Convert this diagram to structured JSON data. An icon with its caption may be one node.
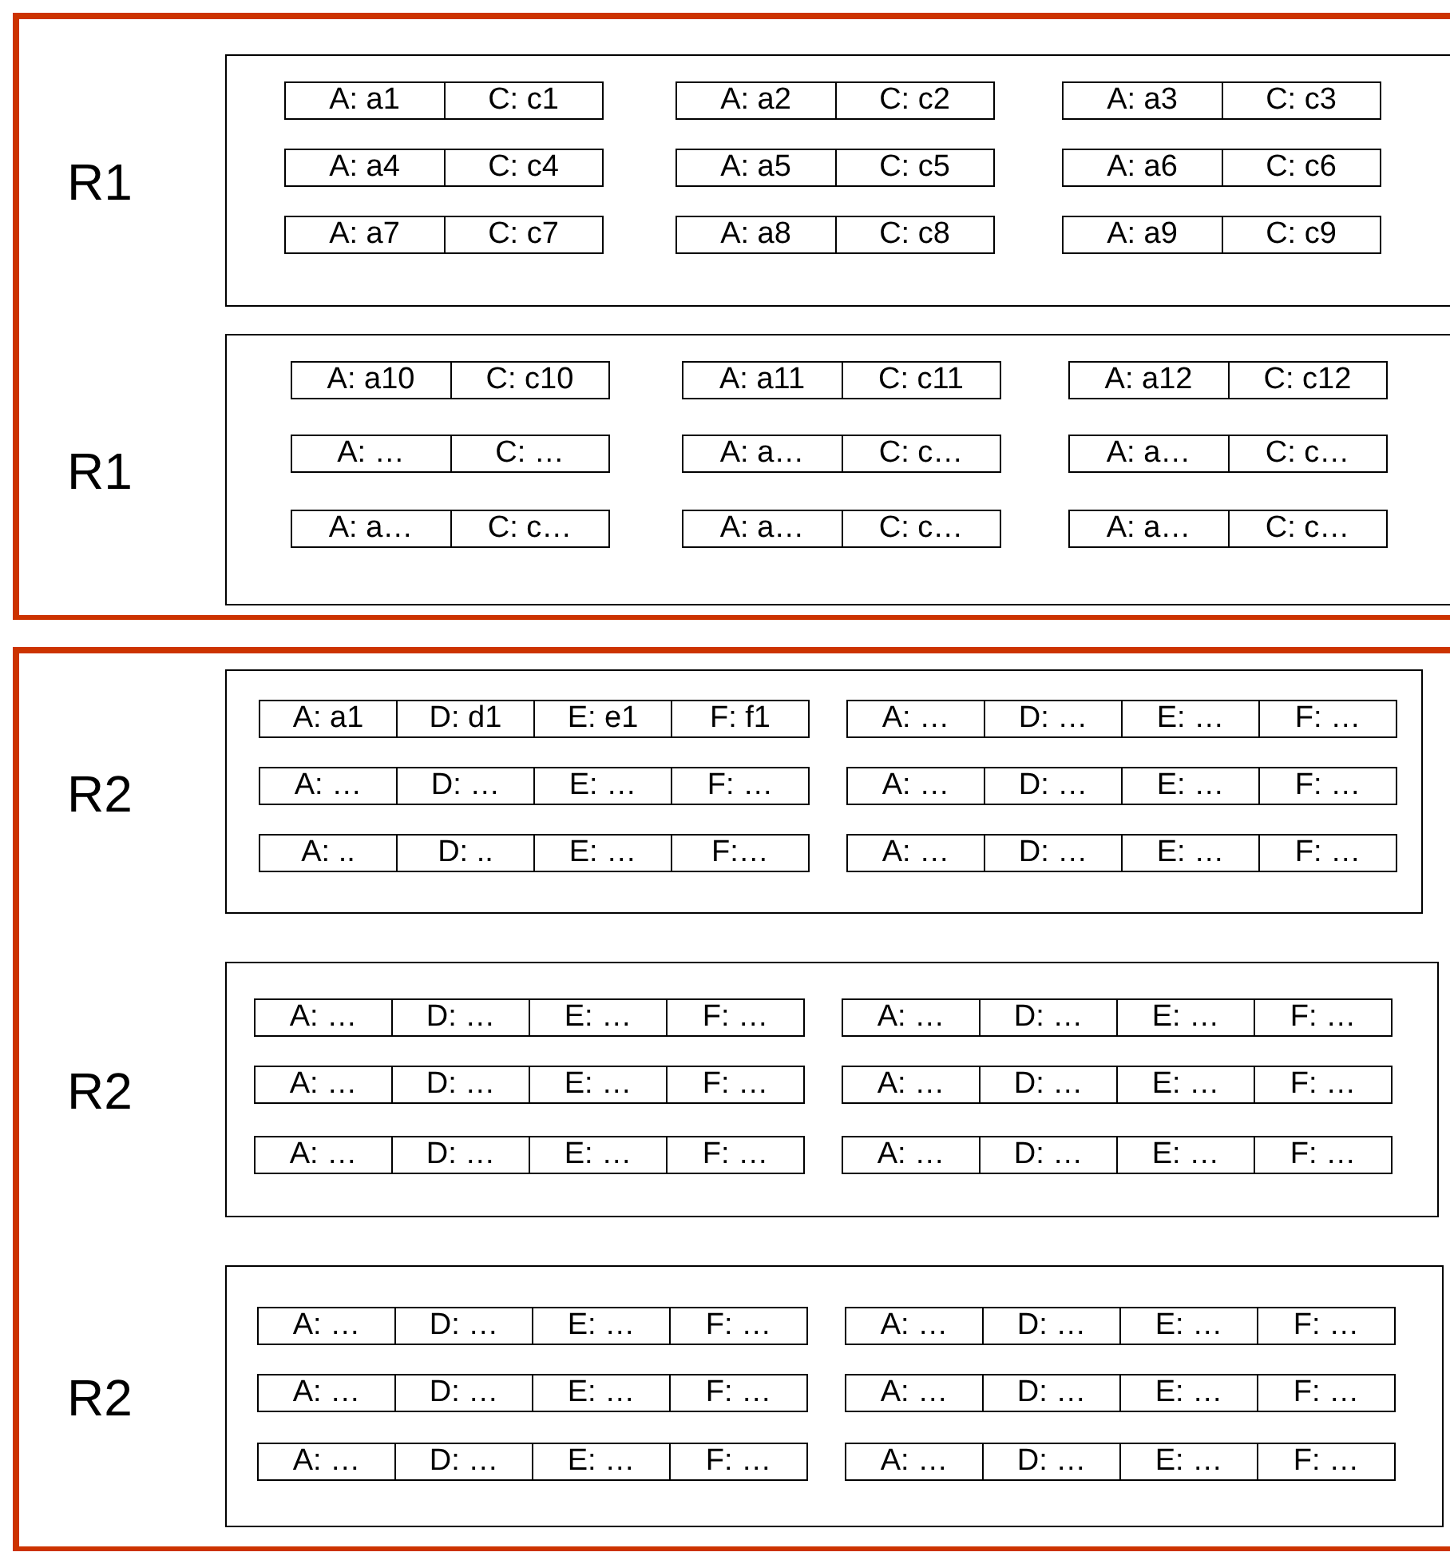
{
  "diagram": {
    "nodes": [
      {
        "text": [],
        "shape": "box"
      },
      {
        "text": [
          "R1"
        ],
        "in": 0
      },
      {
        "text": [
          "A: a1",
          "C: c1"
        ],
        "in": 1
      },
      {
        "text": [
          "A: a2",
          "C: c2"
        ],
        "in": 1
      },
      {
        "text": [
          "A: a3",
          "C: c3"
        ],
        "in": 1
      },
      {
        "text": [
          "A: a4",
          "C: c4"
        ],
        "in": 1
      },
      {
        "text": [
          "A: a5",
          "C: c5"
        ],
        "in": 1
      },
      {
        "text": [
          "A: a6",
          "C: c6"
        ],
        "in": 1
      },
      {
        "text": [
          "A: a7",
          "C: c7"
        ],
        "in": 1
      },
      {
        "text": [
          "A: a8",
          "C: c8"
        ],
        "in": 1
      },
      {
        "text": [
          "A: a9",
          "C: c9"
        ],
        "in": 1
      },
      {
        "text": [
          "R1"
        ],
        "in": 0
      },
      {
        "text": [
          "A: a10",
          "C: c10"
        ],
        "in": 11
      },
      {
        "text": [
          "A: a11",
          "C: c11"
        ],
        "in": 11
      },
      {
        "text": [
          "A: a12",
          "C: c12"
        ],
        "in": 11
      },
      {
        "text": [
          "A: …",
          "C: …"
        ],
        "in": 11
      },
      {
        "text": [
          "A: a…",
          "C: c…"
        ],
        "in": 11
      },
      {
        "text": [
          "A: a…",
          "C: c…"
        ],
        "in": 11
      },
      {
        "text": [
          "A: a…",
          "C: c…"
        ],
        "in": 11
      },
      {
        "text": [
          "A: a…",
          "C: c…"
        ],
        "in": 11
      },
      {
        "text": [
          "A: a…",
          "C: c…"
        ],
        "in": 11
      },
      {
        "text": [],
        "shape": "box"
      },
      {
        "text": [
          "R2"
        ],
        "in": 21
      },
      {
        "text": [
          "A: a1",
          "D: d1",
          "E: e1",
          "F: f1"
        ],
        "in": 22
      },
      {
        "text": [
          "A: …",
          "D: …",
          "E: …",
          "F: …"
        ],
        "in": 22
      },
      {
        "text": [
          "A: …",
          "D: …",
          "E: …",
          "F: …"
        ],
        "in": 22
      },
      {
        "text": [
          "A: …",
          "D: …",
          "E: …",
          "F: …"
        ],
        "in": 22
      },
      {
        "text": [
          "A: ..",
          "D: ..",
          "E: …",
          "F:…"
        ],
        "in": 22
      },
      {
        "text": [
          "A: …",
          "D: …",
          "E: …",
          "F: …"
        ],
        "in": 22
      },
      {
        "text": [
          "R2"
        ],
        "in": 21
      },
      {
        "text": [
          "A: …",
          "D: …",
          "E: …",
          "F: …"
        ],
        "in": 29
      },
      {
        "text": [
          "A: …",
          "D: …",
          "E: …",
          "F: …"
        ],
        "in": 29
      },
      {
        "text": [
          "A: …",
          "D: …",
          "E: …",
          "F: …"
        ],
        "in": 29
      },
      {
        "text": [
          "A: …",
          "D: …",
          "E: …",
          "F: …"
        ],
        "in": 29
      },
      {
        "text": [
          "A: …",
          "D: …",
          "E: …",
          "F: …"
        ],
        "in": 29
      },
      {
        "text": [
          "A: …",
          "D: …",
          "E: …",
          "F: …"
        ],
        "in": 29
      },
      {
        "text": [
          "R2"
        ],
        "in": 21
      },
      {
        "text": [
          "A: …",
          "D: …",
          "E: …",
          "F: …"
        ],
        "in": 36
      },
      {
        "text": [
          "A: …",
          "D: …",
          "E: …",
          "F: …"
        ],
        "in": 36
      },
      {
        "text": [
          "A: …",
          "D: …",
          "E: …",
          "F: …"
        ],
        "in": 36
      },
      {
        "text": [
          "A: …",
          "D: …",
          "E: …",
          "F: …"
        ],
        "in": 36
      },
      {
        "text": [
          "A: …",
          "D: …",
          "E: …",
          "F: …"
        ],
        "in": 36
      },
      {
        "text": [
          "A: …",
          "D: …",
          "E: …",
          "F: …"
        ],
        "in": 36
      }
    ]
  }
}
